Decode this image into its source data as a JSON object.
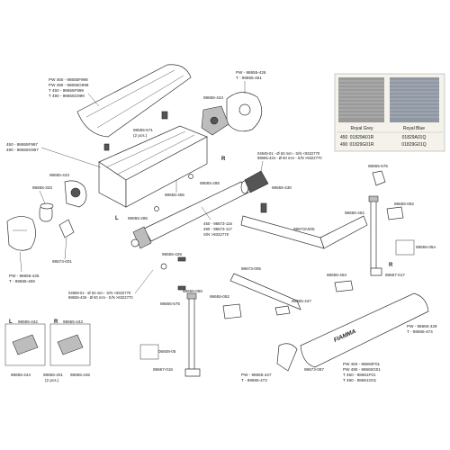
{
  "colors": {
    "ink": "#1a1a1a",
    "royal_grey": "#9a9a9a",
    "royal_blue": "#8f97a3",
    "swatch_bg": "#f4f2ea",
    "brand_red": "#c0282d"
  },
  "labels": {
    "top_left_block": [
      "PW 450 - 98655F998",
      "PW 490 - 98655G998",
      "T 450 - 98655F999",
      "T 490 - 98655G999"
    ],
    "l450_block": [
      "450 - 98655F997",
      "490 - 98655G997"
    ],
    "pw426": [
      "PW - 98655-426",
      "T - 98655-461"
    ],
    "p424": "98655-424",
    "p571": [
      "98655-571",
      "(2 pcs.)"
    ],
    "p423": "98655-423",
    "p333": "98655-333",
    "p001": "98673-001",
    "pw425": [
      "PW - 98655-425",
      "T - 98655-459"
    ],
    "p455": "98655-455",
    "p285a": "98655-285",
    "p285b": "98655-285",
    "p430": "98655-430",
    "p04945": [
      "04945-01 - Ø 63 mm - S/N <9322770",
      "98655-434 - Ø 60 mm - S/N >9322770"
    ],
    "p575a": "98655-575",
    "p052a": "98655-052",
    "p452": "98655-452",
    "p4005": "98673A005",
    "p116": [
      "450 - 98673-116",
      "490 - 98673-117",
      "S/N >9322770"
    ],
    "pw05a": [
      "450",
      "490",
      "98655-05A"
    ],
    "p429a": "98655-429",
    "p005": "98673-005",
    "p453": "98655-453",
    "p017": "98667-017",
    "p050": "98655-050",
    "p04869": [
      "04869-01 - Ø 63 mm - S/N <9322770",
      "98655-435 - Ø 60 mm - S/N >9322770"
    ],
    "p052b": "98655-052",
    "p447": "98655-447",
    "p575b": "98655-575",
    "pw429": [
      "PW - 98655-429",
      "T - 98655-474"
    ],
    "p442": "98655-442",
    "p443": "98655-443",
    "p444": "98655-444",
    "p401": [
      "98655-401",
      "(2 pcs.)"
    ],
    "p445": "98655-445",
    "p06508": [
      "450",
      "490",
      "06508-05"
    ],
    "p016": "98667-016",
    "pw427": [
      "PW - 98655-427",
      "T - 98655-473"
    ],
    "p087": "98673-087",
    "pw_bottom": [
      "PW 450 - 98660F01",
      "PW 490 - 98660G01",
      "T 450 - 98661F01",
      "T 490 - 98661G01"
    ],
    "brand": "FIAMMA",
    "side_L": "L",
    "side_R": "R"
  },
  "fabric_table": {
    "headers": [
      "Royal Grey",
      "Royal Blue"
    ],
    "rows": [
      {
        "size": "450",
        "grey": "01829A01R",
        "blue": "01829A01Q"
      },
      {
        "size": "490",
        "grey": "01829G01R",
        "blue": "01829G01Q"
      }
    ]
  }
}
